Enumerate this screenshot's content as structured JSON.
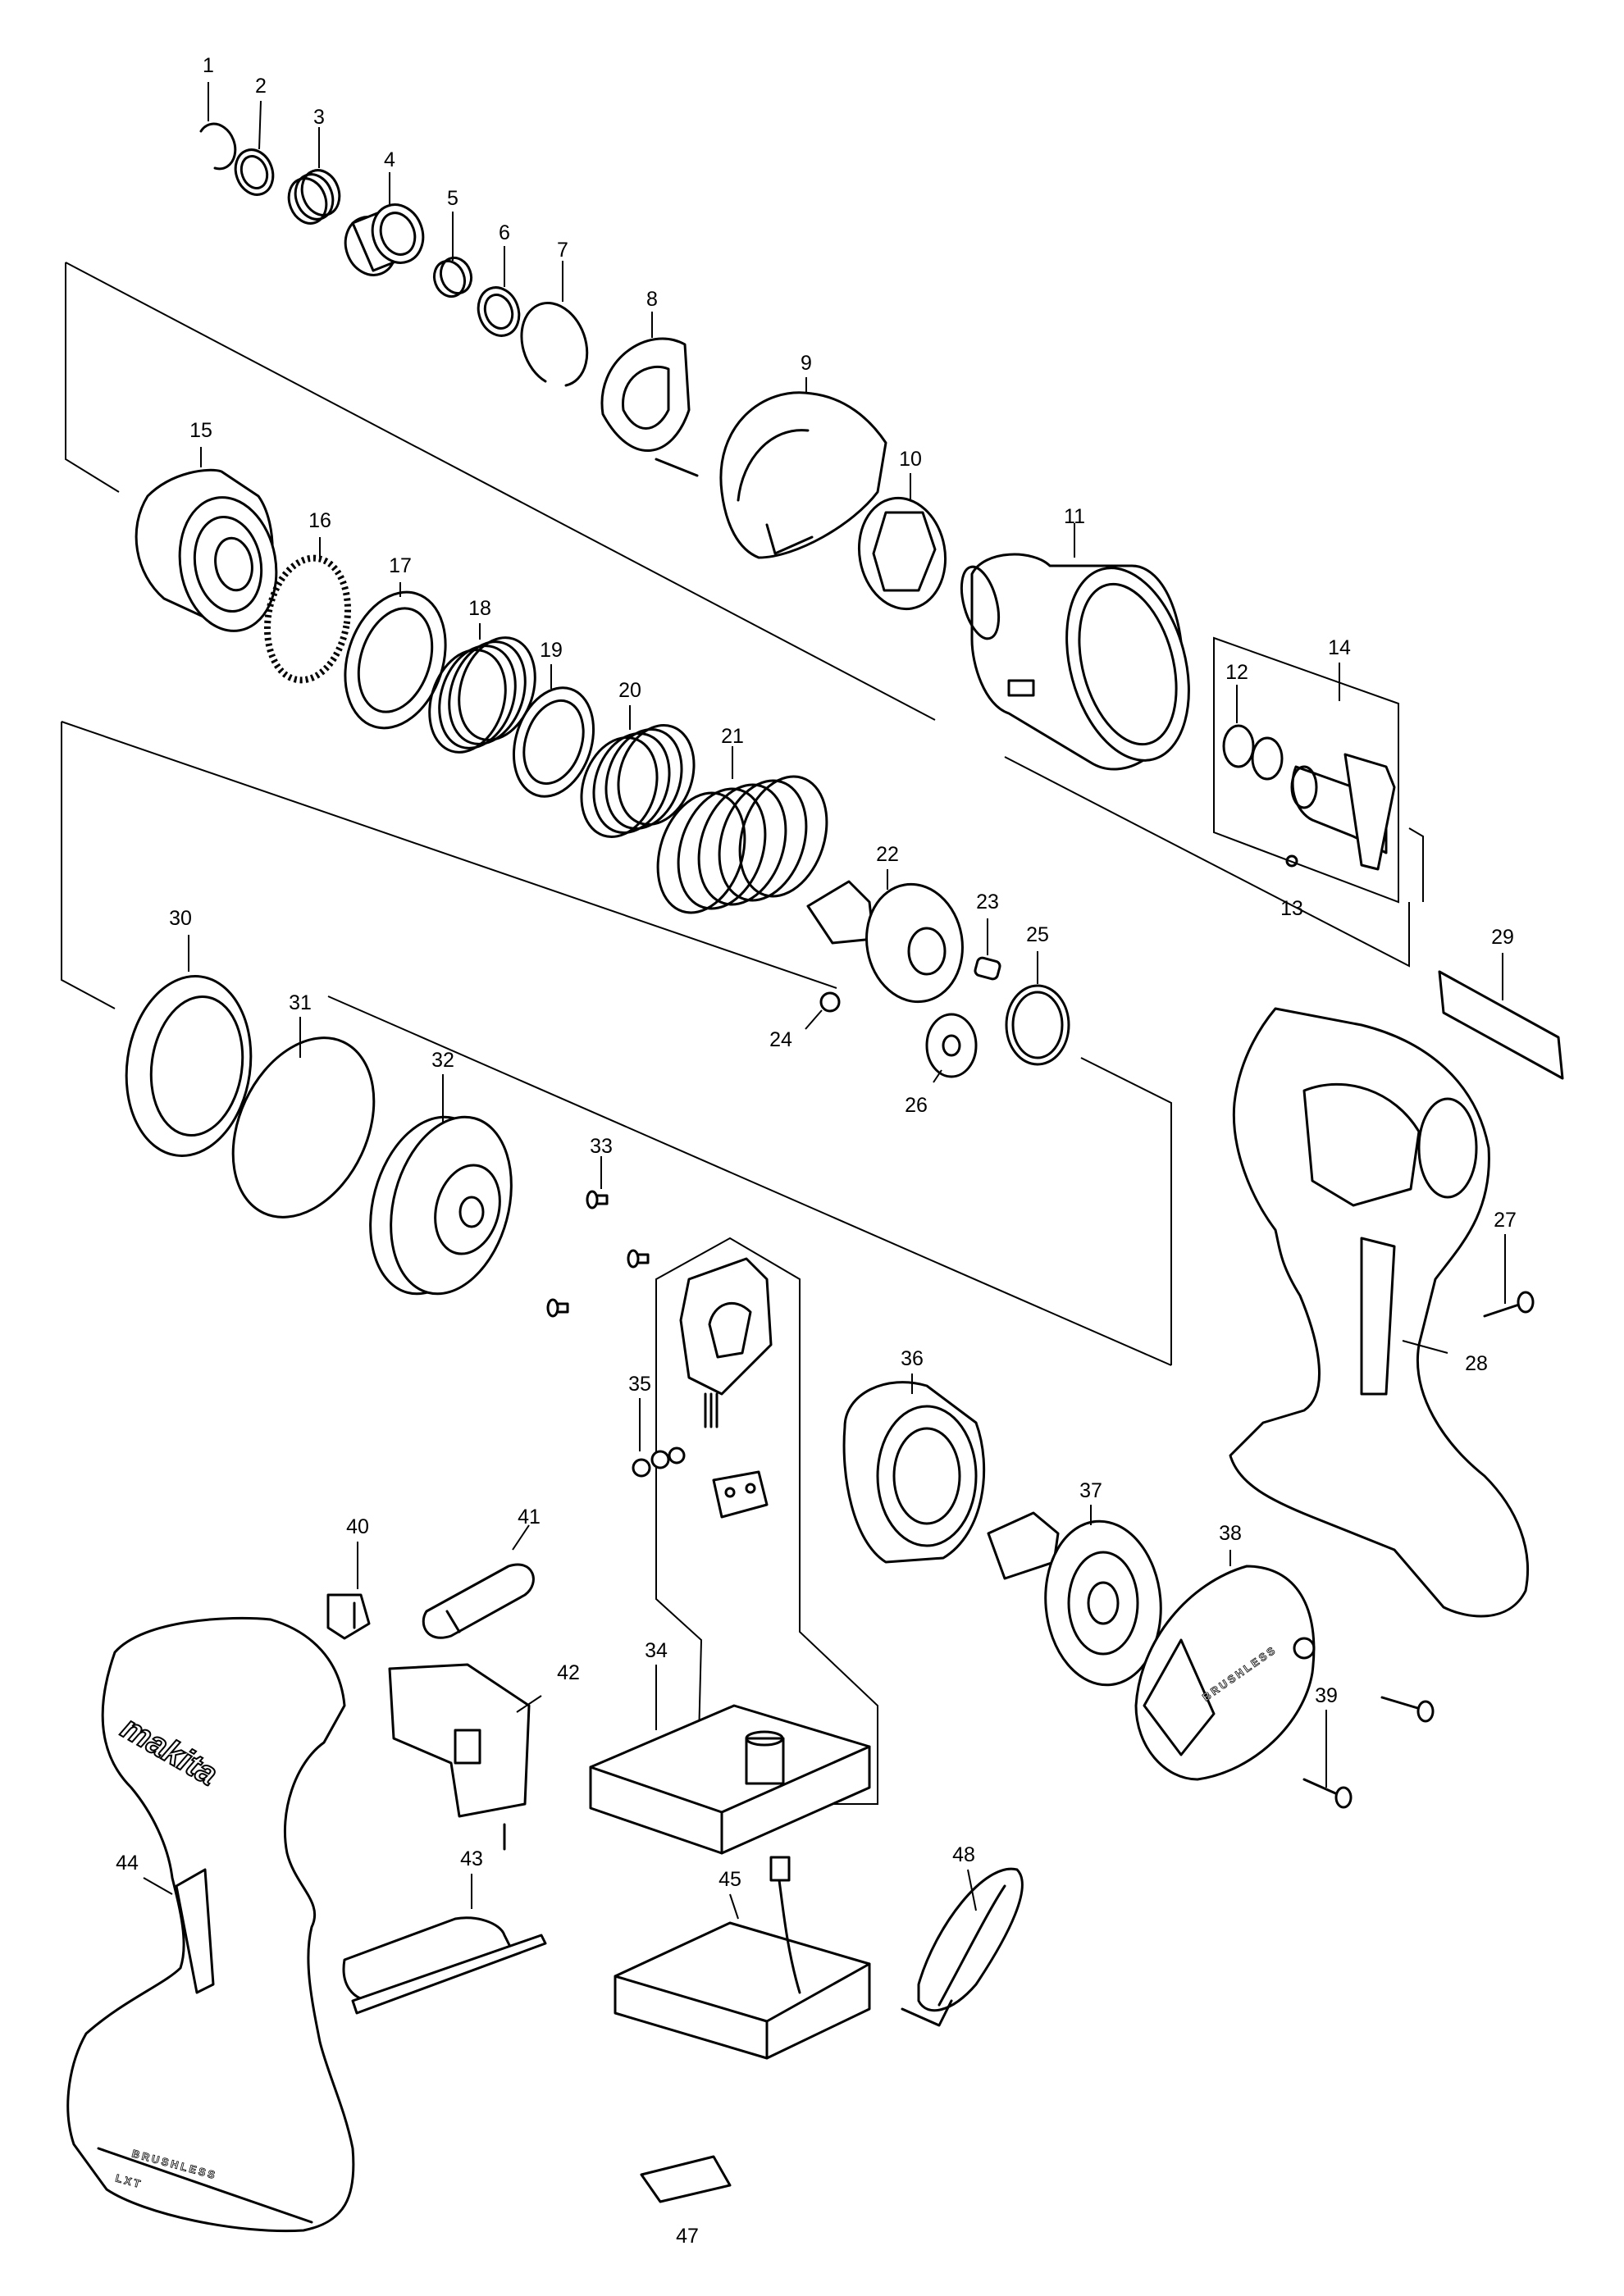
{
  "parts": [
    {
      "num": "1"
    },
    {
      "num": "2"
    },
    {
      "num": "3"
    },
    {
      "num": "4"
    },
    {
      "num": "5"
    },
    {
      "num": "6"
    },
    {
      "num": "7"
    },
    {
      "num": "8"
    },
    {
      "num": "9"
    },
    {
      "num": "10"
    },
    {
      "num": "11"
    },
    {
      "num": "12"
    },
    {
      "num": "13"
    },
    {
      "num": "14"
    },
    {
      "num": "15"
    },
    {
      "num": "16"
    },
    {
      "num": "17"
    },
    {
      "num": "18"
    },
    {
      "num": "19"
    },
    {
      "num": "20"
    },
    {
      "num": "21"
    },
    {
      "num": "22"
    },
    {
      "num": "23"
    },
    {
      "num": "24"
    },
    {
      "num": "25"
    },
    {
      "num": "26"
    },
    {
      "num": "27"
    },
    {
      "num": "28"
    },
    {
      "num": "29"
    },
    {
      "num": "30"
    },
    {
      "num": "31"
    },
    {
      "num": "32"
    },
    {
      "num": "33"
    },
    {
      "num": "34"
    },
    {
      "num": "35"
    },
    {
      "num": "36"
    },
    {
      "num": "37"
    },
    {
      "num": "38"
    },
    {
      "num": "39"
    },
    {
      "num": "40"
    },
    {
      "num": "41"
    },
    {
      "num": "42"
    },
    {
      "num": "43"
    },
    {
      "num": "44"
    },
    {
      "num": "45"
    },
    {
      "num": "47"
    },
    {
      "num": "48"
    }
  ],
  "housing_logo": "makita",
  "housing_badge": "BRUSHLESS",
  "housing_badge_2": "LXT",
  "motor_cover_badge": "BRUSHLESS"
}
